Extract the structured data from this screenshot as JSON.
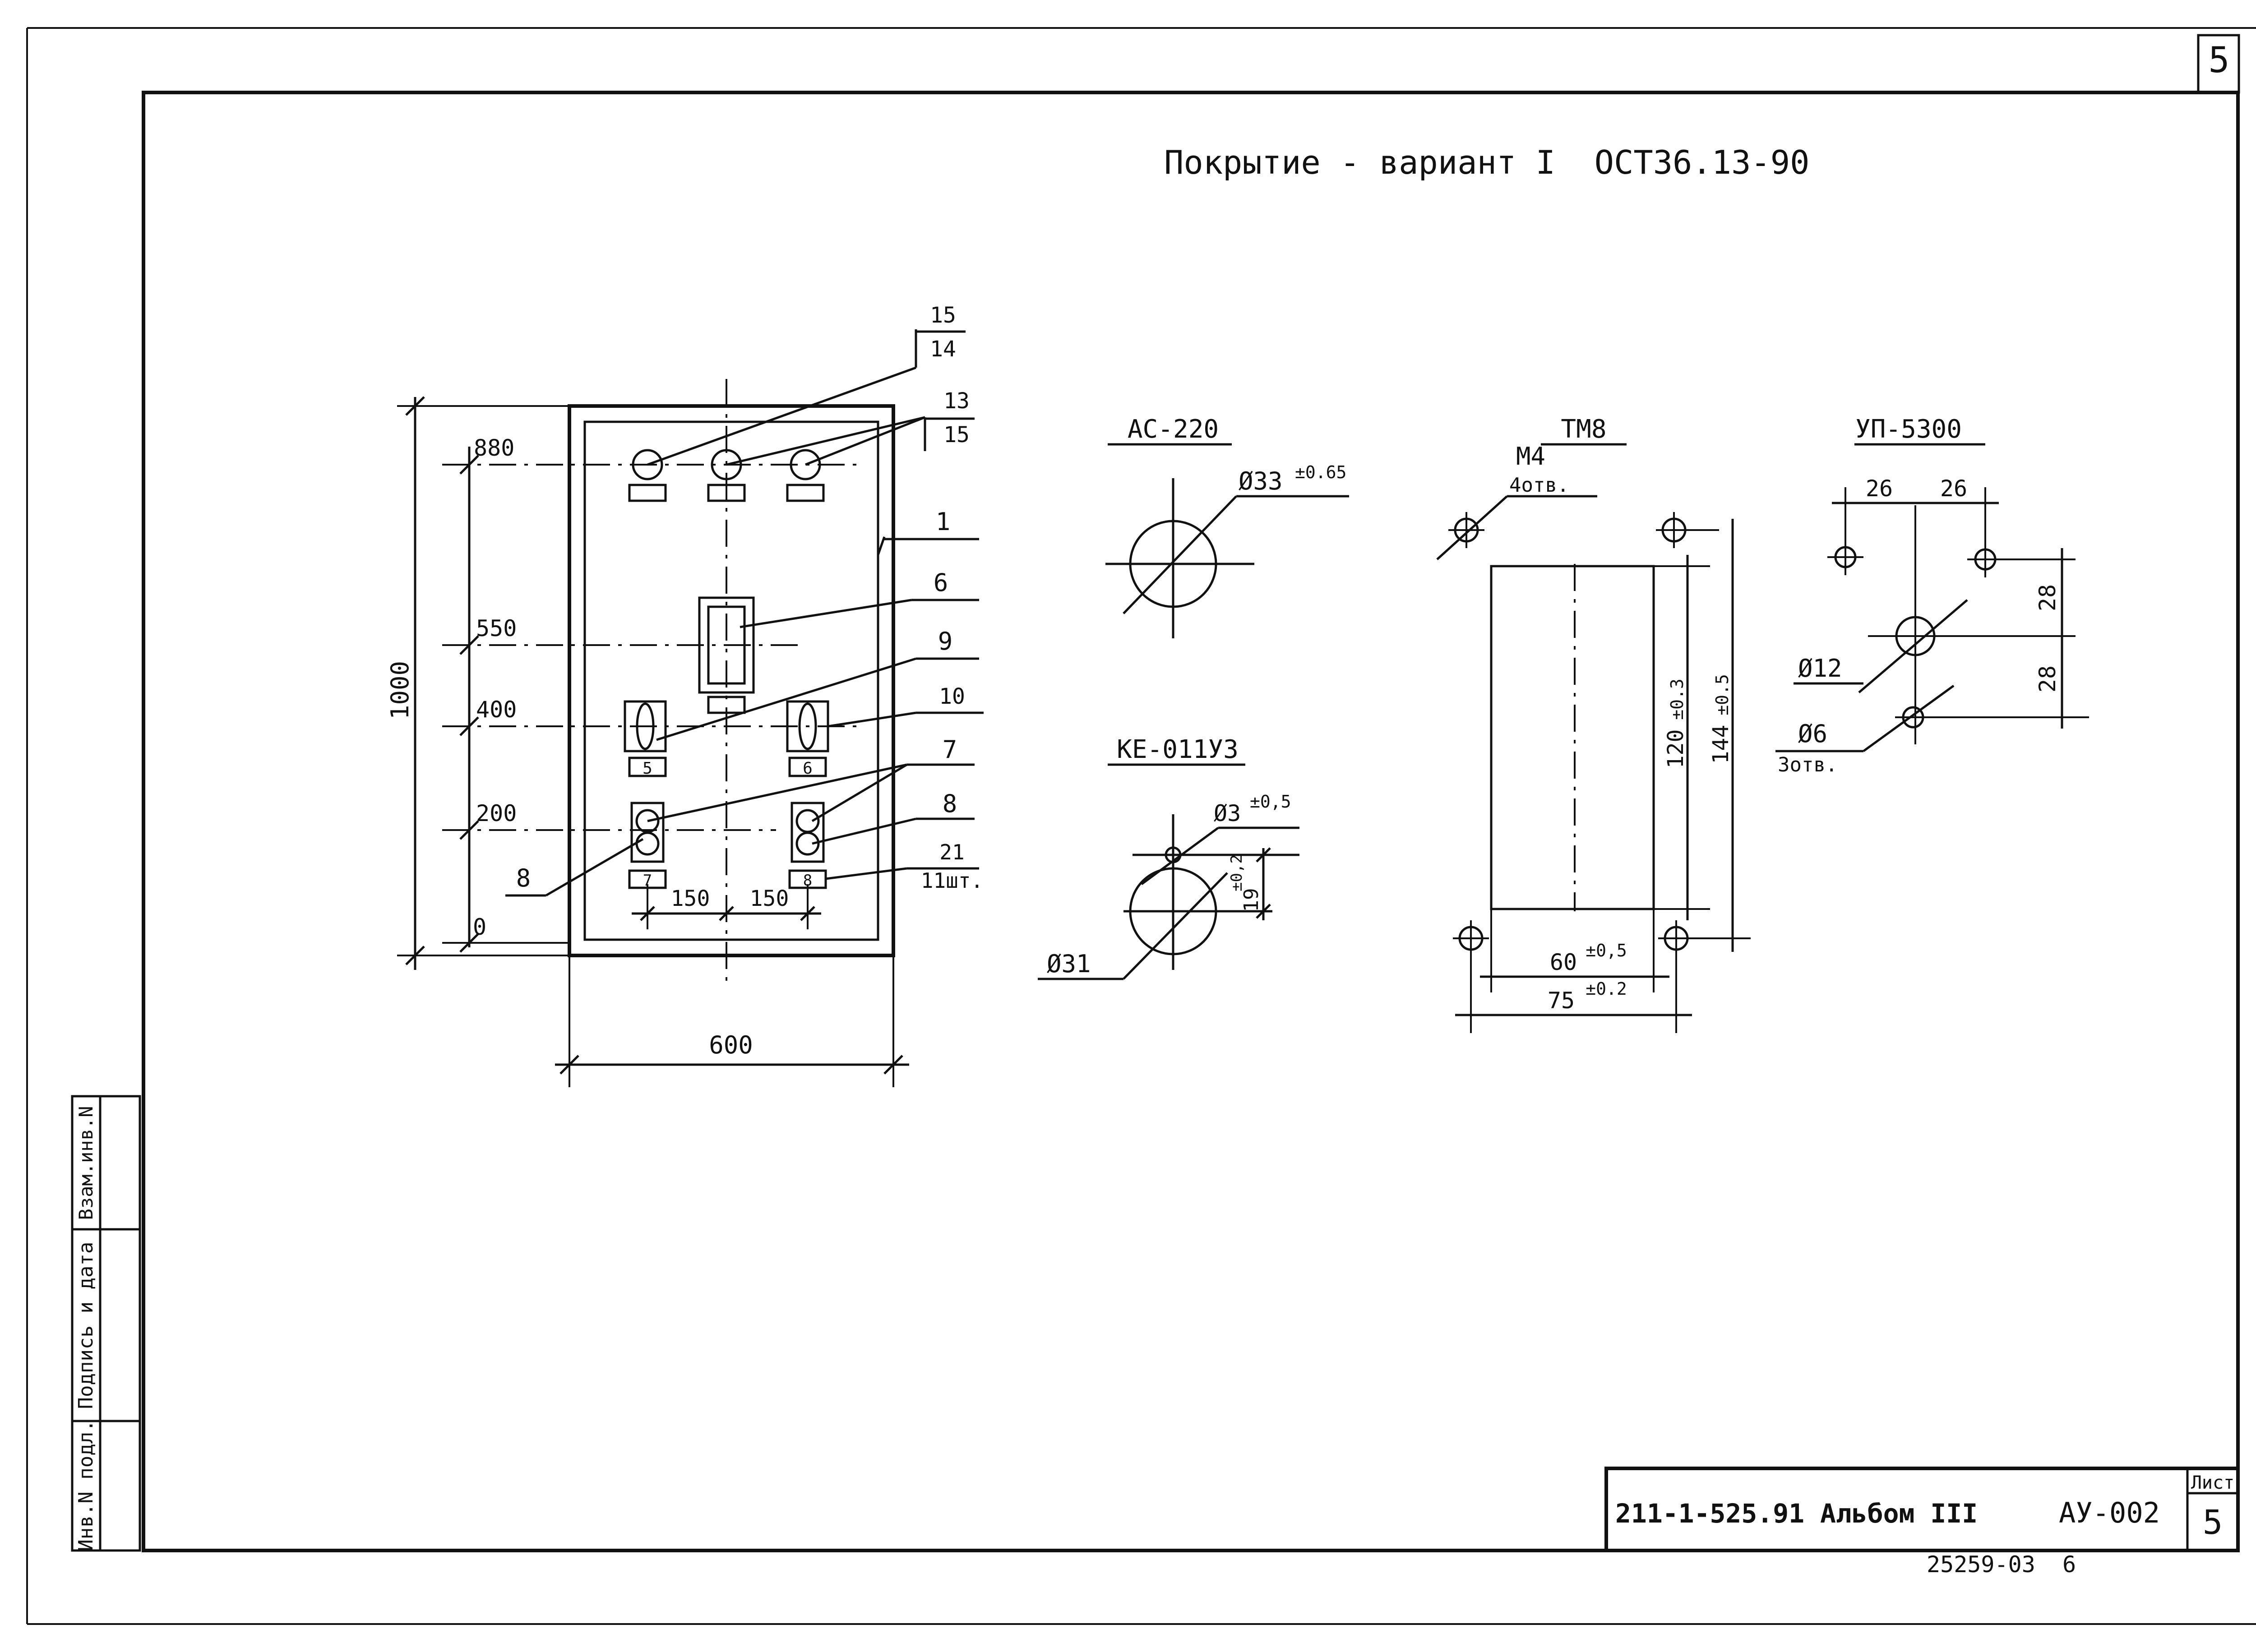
{
  "sheet_corner_number": "5",
  "header_title": "Покрытие - вариант I  ОСТ36.13-90",
  "main_panel": {
    "width_dim": "600",
    "height_dim": "1000",
    "levels": [
      "880",
      "550",
      "400",
      "200",
      "0"
    ],
    "spacing": [
      "150",
      "150"
    ],
    "callouts": {
      "c15_14_top": "15",
      "c15_14_bot": "14",
      "c13_15_top": "13",
      "c13_15_bot": "15",
      "c1": "1",
      "c6": "6",
      "c9": "9",
      "c10": "10",
      "c7": "7",
      "c8_right": "8",
      "c8_left": "8",
      "c21_top": "21",
      "c21_bot": "11шт."
    },
    "label_plates": [
      "5",
      "6",
      "7",
      "8"
    ]
  },
  "detail_ac220": {
    "title": "АС-220",
    "dia": "Ø33",
    "tol": "±0.65"
  },
  "detail_ke011u3": {
    "title": "КЕ-011У3",
    "small_dia": "Ø3",
    "small_tol": "±0,5",
    "big_dia": "Ø31",
    "offset": "19",
    "offset_tol": "±0,2"
  },
  "detail_tm8": {
    "title": "ТМ8",
    "thread": "М4",
    "holes": "4отв.",
    "inner_h": "120",
    "inner_h_tol": "±0.3",
    "outer_h": "144",
    "outer_h_tol": "±0.5",
    "inner_w": "60",
    "inner_w_tol": "±0,5",
    "outer_w": "75",
    "outer_w_tol": "±0.2"
  },
  "detail_up5300": {
    "title": "УП-5300",
    "dx1": "26",
    "dx2": "26",
    "dy1": "28",
    "dy2": "28",
    "big_dia": "Ø12",
    "small_dia": "Ø6",
    "holes": "3отв."
  },
  "side_stamp": [
    "Инв.N подл.",
    "Подпись и дата",
    "Взам.инв.N"
  ],
  "title_block": {
    "code": "211-1-525.91 Альбом III",
    "doc": "АУ-002",
    "sheet_label": "Лист",
    "sheet_no": "5"
  },
  "footer_number": "25259-03  6"
}
